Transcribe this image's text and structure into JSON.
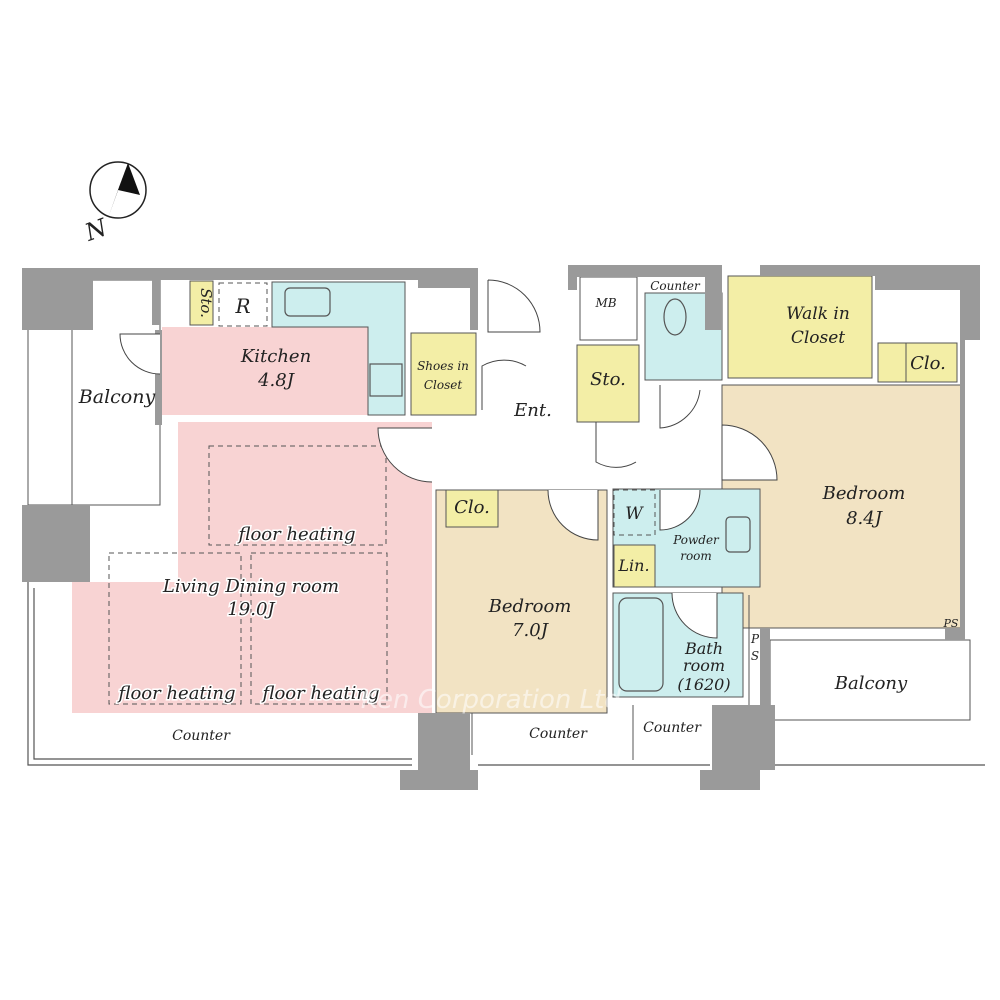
{
  "compass": {
    "label": "N"
  },
  "rooms": {
    "kitchen": {
      "name": "Kitchen",
      "size": "4.8J"
    },
    "living": {
      "name": "Living Dining room",
      "size": "19.0J"
    },
    "bedroom1": {
      "name": "Bedroom",
      "size": "7.0J"
    },
    "bedroom2": {
      "name": "Bedroom",
      "size": "8.4J"
    },
    "balcony_left": "Balcony",
    "balcony_right": "Balcony",
    "storage_kitchen": "Sto.",
    "fridge": "R",
    "shoes_closet": [
      "Shoes in",
      "Closet"
    ],
    "entrance": "Ent.",
    "mb": "MB",
    "storage_entrance": "Sto.",
    "toilet_counter": "Counter",
    "walk_in_closet": [
      "Walk in",
      "Closet"
    ],
    "closet_bed2": "Clo.",
    "closet_bed1": "Clo.",
    "washer": "W",
    "powder_room": [
      "Powder",
      "room"
    ],
    "linen": "Lin.",
    "bathroom": [
      "Bath",
      "room",
      "(1620)"
    ],
    "ps_vertical": [
      "P",
      "S"
    ],
    "ps_corner": "PS",
    "floor_heating": [
      "floor heating",
      "floor heating",
      "floor heating"
    ],
    "counter_living": "Counter",
    "counter_bed1": "Counter",
    "counter_bath": "Counter"
  },
  "watermark": "Ken Corporation Ltd.",
  "colors": {
    "living": "#f8d3d3",
    "bedroom": "#f2e3c3",
    "storage": "#f3eea6",
    "wet": "#cdeeee",
    "wall": "#9a9a9a"
  }
}
